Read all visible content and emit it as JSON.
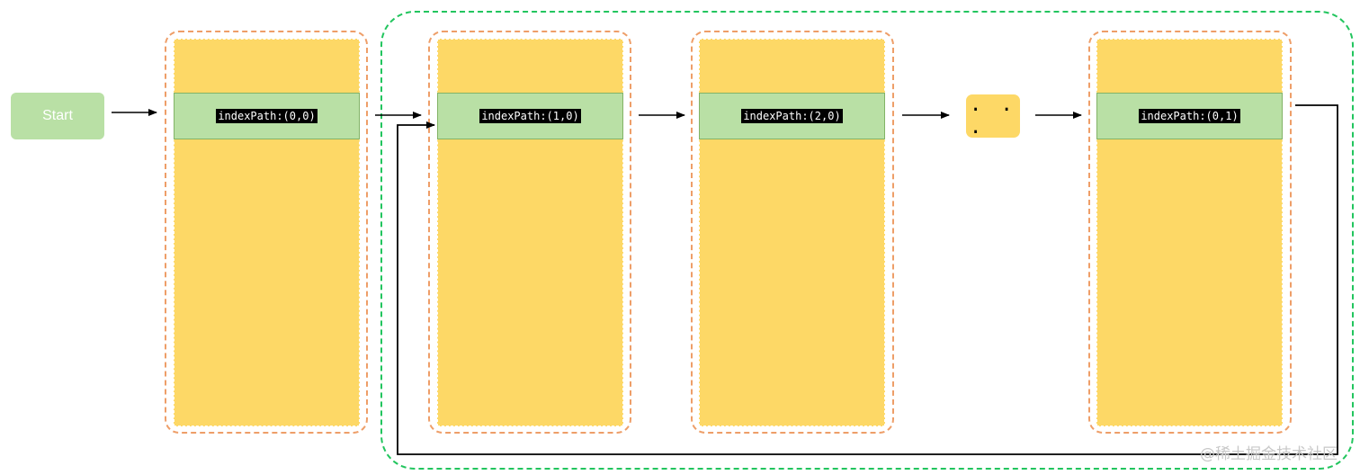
{
  "start": {
    "label": "Start"
  },
  "cells": [
    {
      "label": "indexPath:(0,0)"
    },
    {
      "label": "indexPath:(1,0)"
    },
    {
      "label": "indexPath:(2,0)"
    },
    {
      "label": "indexPath:(0,1)"
    }
  ],
  "ellipsis": {
    "label": ". . ."
  },
  "watermark": {
    "text": "@稀土掘金技术社区"
  },
  "colors": {
    "cell_fill": "#fdd866",
    "row_fill": "#b9e0a5",
    "orange_dash": "#ee9e68",
    "green_dash": "#22c55e",
    "arrow": "#000000"
  }
}
